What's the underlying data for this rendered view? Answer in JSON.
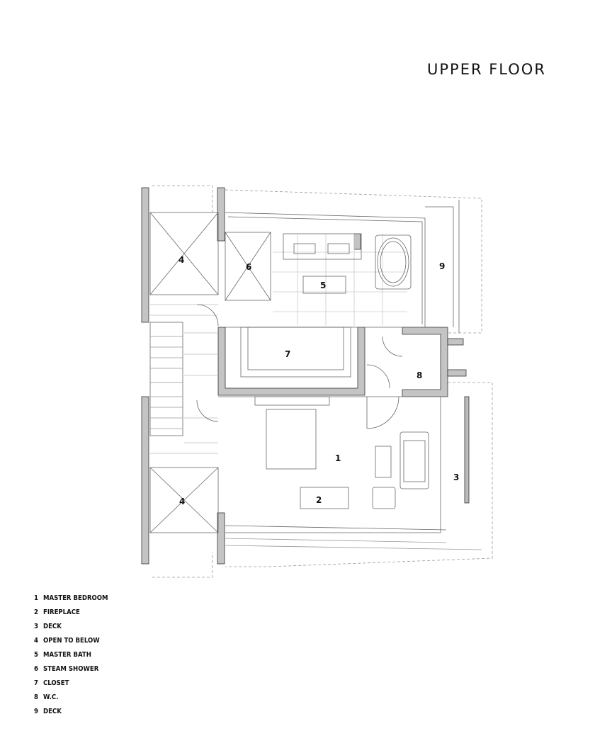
{
  "title": "UPPER FLOOR",
  "room_numbers": {
    "r1": "1",
    "r2": "2",
    "r3": "3",
    "r4a": "4",
    "r4b": "4",
    "r5": "5",
    "r6": "6",
    "r7": "7",
    "r8": "8",
    "r9": "9"
  },
  "legend": [
    {
      "num": "1",
      "label": "MASTER BEDROOM"
    },
    {
      "num": "2",
      "label": "FIREPLACE"
    },
    {
      "num": "3",
      "label": "DECK"
    },
    {
      "num": "4",
      "label": "OPEN TO BELOW"
    },
    {
      "num": "5",
      "label": "MASTER BATH"
    },
    {
      "num": "6",
      "label": "STEAM SHOWER"
    },
    {
      "num": "7",
      "label": "CLOSET"
    },
    {
      "num": "8",
      "label": "W.C."
    },
    {
      "num": "9",
      "label": "DECK"
    }
  ],
  "colors": {
    "wall": "#b5b5b5",
    "line": "#555555",
    "light": "#aaaaaa"
  }
}
